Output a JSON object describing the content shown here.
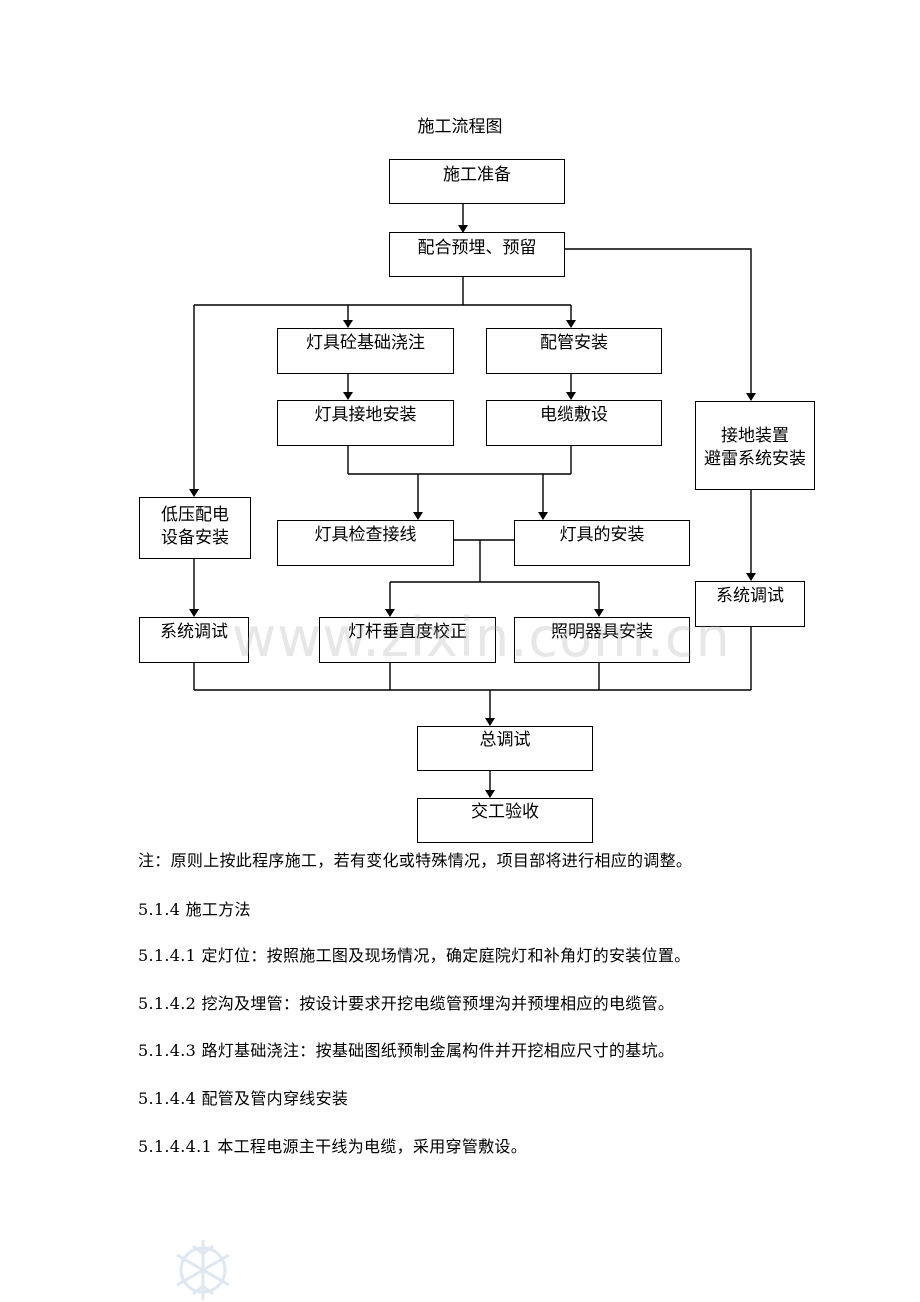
{
  "title": "施工流程图",
  "flow": {
    "prep": "施工准备",
    "embed": "配合预埋、预留",
    "lamp_foundation": "灯具砼基础浇注",
    "conduit": "配管安装",
    "lamp_ground": "灯具接地安装",
    "cable": "电缆敷设",
    "grounding_1": "接地装置",
    "grounding_2": "避雷系统安装",
    "lv_1": "低压配电",
    "lv_2": "设备安装",
    "lamp_check": "灯具检查接线",
    "lamp_install": "灯具的安装",
    "sys_test_left": "系统调试",
    "pole": "灯杆垂直度校正",
    "lighting": "照明器具安装",
    "sys_test_right": "系统调试",
    "total_test": "总调试",
    "handover": "交工验收"
  },
  "notes": [
    "注：原则上按此程序施工，若有变化或特殊情况，项目部将进行相应的调整。",
    "5.1.4 施工方法",
    "5.1.4.1 定灯位：按照施工图及现场情况，确定庭院灯和补角灯的安装位置。",
    "5.1.4.2 挖沟及埋管：按设计要求开挖电缆管预埋沟并预埋相应的电缆管。",
    "5.1.4.3 路灯基础浇注：按基础图纸预制金属构件并开挖相应尺寸的基坑。",
    "5.1.4.4 配管及管内穿线安装",
    "5.1.4.4.1 本工程电源主干线为电缆，采用穿管敷设。"
  ],
  "watermark": "www.zixin.com.cn"
}
